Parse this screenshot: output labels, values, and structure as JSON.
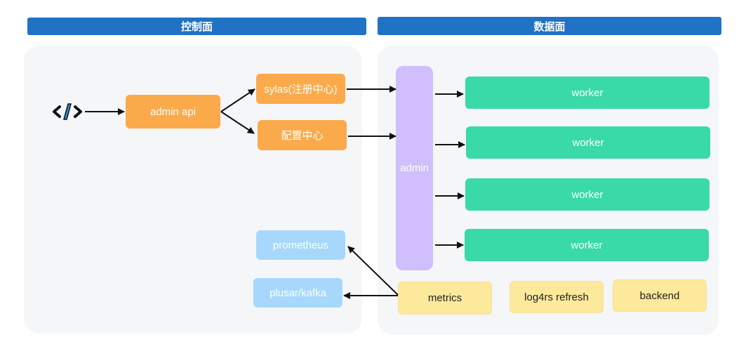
{
  "headers": {
    "control_plane": "控制面",
    "data_plane": "数据面"
  },
  "control": {
    "code_icon": "code-icon",
    "admin_api": "admin api",
    "sylas": "sylas(注册中心)",
    "config_center": "配置中心",
    "prometheus": "prometheus",
    "plusar_kafka": "plusar/kafka"
  },
  "data": {
    "admin": "admin",
    "workers": [
      "worker",
      "worker",
      "worker",
      "worker"
    ],
    "metrics": "metrics",
    "log4rs": "log4rs refresh",
    "backend": "backend"
  },
  "colors": {
    "header": "#1f72c4",
    "orange": "#fbaa4b",
    "green": "#39d9a8",
    "blue": "#a7d8fc",
    "yellow": "#fde99c",
    "purple": "#d0bffc",
    "panel": "#f5f6f8"
  }
}
